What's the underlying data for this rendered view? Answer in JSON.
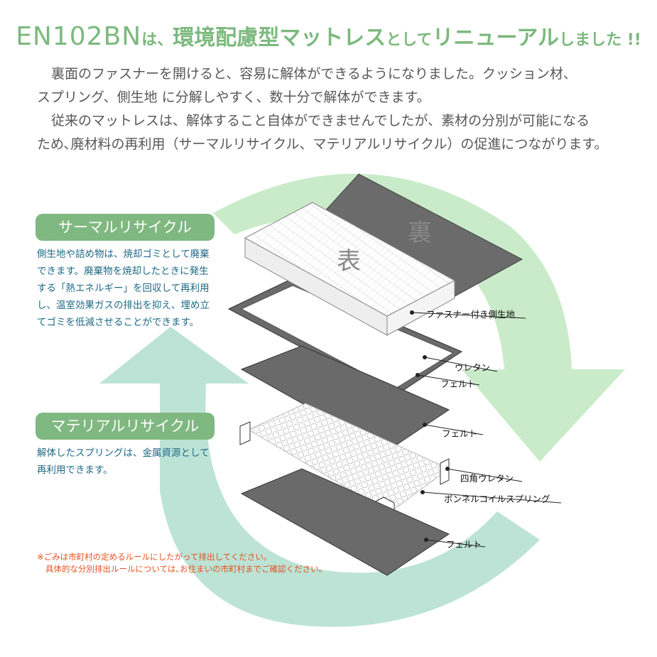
{
  "title": {
    "model": "EN102BN",
    "part1": "は、",
    "part2": "環境配慮型マットレス",
    "part3": "として",
    "part4": "リニューアル",
    "part5": "しました !!"
  },
  "intro": [
    "裏面のファスナーを開けると、容易に解体ができるようになりました。クッション材、",
    "スプリング、側生地 に分解しやすく、数十分で解体ができます。",
    "従来のマットレスは、解体すること自体ができませんでしたが、素材の分別が可能になる",
    "ため､廃材料の再利用（サーマルリサイクル、マテリアルリサイクル）の促進につながります。"
  ],
  "thermal": {
    "heading": "サーマルリサイクル",
    "lines": [
      "側生地や詰め物は、焼却ゴミとして廃棄",
      "できます。廃棄物を焼却したときに発生",
      "する「熱エネルギー」を回収して再利用",
      "し、温室効果ガスの排出を抑え、埋め立",
      "てゴミを低減させることができます。"
    ]
  },
  "material": {
    "heading": "マテリアルリサイクル",
    "lines": [
      "解体したスプリングは、金属資源として",
      "再利用できます。"
    ]
  },
  "note": [
    "※ごみは市町村の定めるルールにしたがって排出してください。",
    "具体的な分別排出ルールについては､お住まいの市町村までご確認ください。"
  ],
  "diagram": {
    "front": "表",
    "back": "裏",
    "labels": [
      "ファスナー付き側生地",
      "ウレタン",
      "フェルト",
      "フェルト",
      "四角ウレタン",
      "ボンネルコイルスプリング",
      "フェルト"
    ]
  },
  "colors": {
    "title": "#7cb97e",
    "arrow_top": "#c9ebc9",
    "arrow_bottom": "#bce3d6",
    "body_text": "#595757",
    "desc_text": "#1d6a86",
    "note": "#e8501f"
  }
}
